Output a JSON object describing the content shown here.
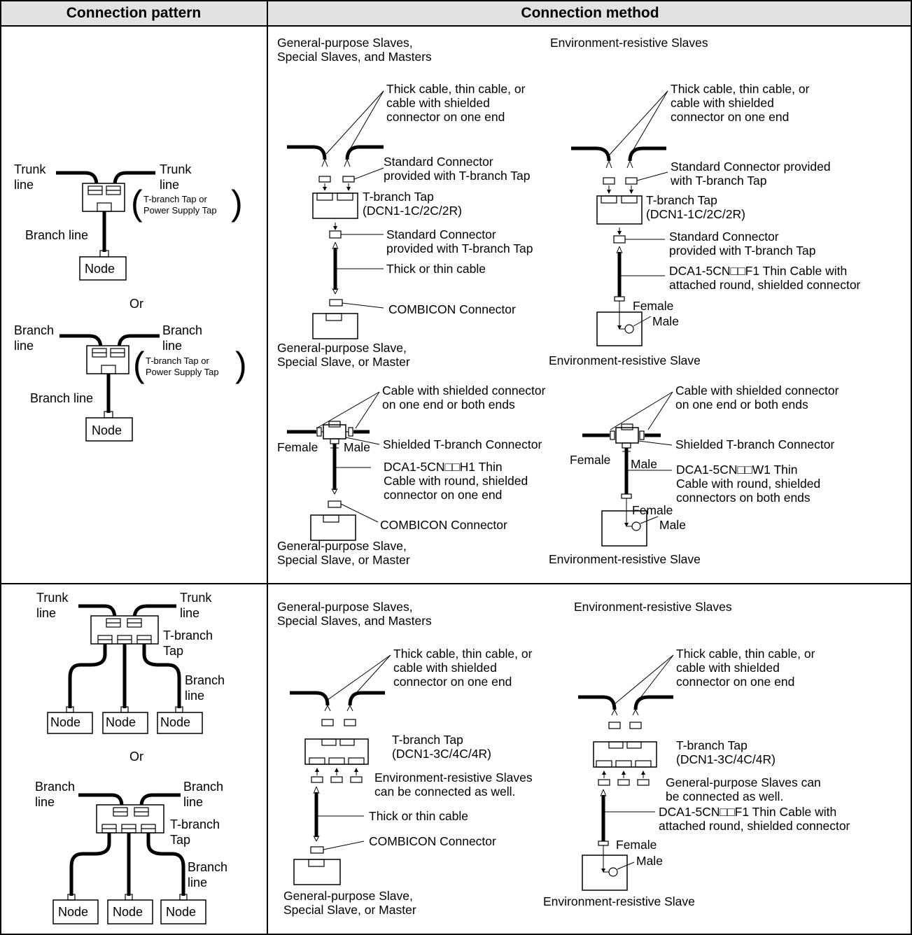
{
  "header": {
    "col1": "Connection pattern",
    "col2": "Connection method"
  },
  "row1": {
    "pattern": {
      "top": {
        "trunk_left": [
          "Trunk",
          "line"
        ],
        "trunk_right": [
          "Trunk",
          "line"
        ],
        "tap_note": [
          "T-branch Tap or",
          "Power Supply Tap"
        ],
        "branch_line": "Branch line",
        "node": "Node"
      },
      "or": "Or",
      "bottom": {
        "branch_left": [
          "Branch",
          "line"
        ],
        "branch_right": [
          "Branch",
          "line"
        ],
        "tap_note": [
          "T-branch Tap or",
          "Power Supply Tap"
        ],
        "branch_line": "Branch line",
        "node": "Node"
      }
    },
    "method": {
      "heading_left": [
        "General-purpose Slaves,",
        "Special Slaves, and Masters"
      ],
      "heading_right": "Environment-resistive Slaves",
      "q1": {
        "cable": [
          "Thick cable, thin cable, or",
          "cable with shielded",
          "connector on one end"
        ],
        "std_conn": [
          "Standard Connector",
          "provided with T-branch Tap"
        ],
        "tap": [
          "T-branch Tap",
          "(DCN1-1C/2C/2R)"
        ],
        "std_conn2": [
          "Standard Connector",
          "provided with T-branch Tap"
        ],
        "thick_thin": "Thick or thin cable",
        "combicon": "COMBICON Connector",
        "device": [
          "General-purpose Slave,",
          "Special Slave, or Master"
        ]
      },
      "q2": {
        "cable": [
          "Thick cable, thin cable, or",
          "cable with shielded",
          "connector on one end"
        ],
        "std_conn": [
          "Standard Connector provided",
          "with T-branch Tap"
        ],
        "tap": [
          "T-branch Tap",
          "(DCN1-1C/2C/2R)"
        ],
        "std_conn2": [
          "Standard Connector",
          "provided with T-branch Tap"
        ],
        "thin_cable": [
          "DCA1-5CN□□F1 Thin Cable with",
          "attached round, shielded connector"
        ],
        "female": "Female",
        "male": "Male",
        "device": "Environment-resistive Slave"
      },
      "q3": {
        "cable": [
          "Cable with shielded connector",
          "on one end or both ends"
        ],
        "shielded_t": "Shielded T-branch Connector",
        "female": "Female",
        "male": "Male",
        "thin_cable": [
          "DCA1-5CN□□H1 Thin",
          "Cable with round, shielded",
          "connector on one end"
        ],
        "combicon": "COMBICON Connector",
        "device": [
          "General-purpose Slave,",
          "Special Slave, or Master"
        ]
      },
      "q4": {
        "cable": [
          "Cable with shielded connector",
          "on one end or both ends"
        ],
        "shielded_t": "Shielded T-branch Connector",
        "female": "Female",
        "male": "Male",
        "thin_cable": [
          "DCA1-5CN□□W1 Thin",
          "Cable with round, shielded",
          "connectors on both ends"
        ],
        "female2": "Female",
        "male2": "Male",
        "device": "Environment-resistive Slave"
      }
    }
  },
  "row2": {
    "pattern": {
      "top": {
        "trunk_left": [
          "Trunk",
          "line"
        ],
        "trunk_right": [
          "Trunk",
          "line"
        ],
        "tap": [
          "T-branch",
          "Tap"
        ],
        "branch": [
          "Branch",
          "line"
        ],
        "nodes": [
          "Node",
          "Node",
          "Node"
        ]
      },
      "or": "Or",
      "bottom": {
        "branch_left": [
          "Branch",
          "line"
        ],
        "branch_right": [
          "Branch",
          "line"
        ],
        "tap": [
          "T-branch",
          "Tap"
        ],
        "branch": [
          "Branch",
          "line"
        ],
        "nodes": [
          "Node",
          "Node",
          "Node"
        ]
      }
    },
    "method": {
      "heading_left": [
        "General-purpose Slaves,",
        "Special Slaves, and Masters"
      ],
      "heading_right": "Environment-resistive Slaves",
      "left": {
        "cable": [
          "Thick cable, thin cable, or",
          "cable with shielded",
          "connector on one end"
        ],
        "tap": [
          "T-branch Tap",
          "(DCN1-3C/4C/4R)"
        ],
        "note": [
          "Environment-resistive Slaves",
          "can be connected as well."
        ],
        "thick_thin": "Thick or thin cable",
        "combicon": "COMBICON Connector",
        "device": [
          "General-purpose Slave,",
          "Special Slave, or Master"
        ]
      },
      "right": {
        "cable": [
          "Thick cable, thin cable, or",
          "cable with shielded",
          "connector on one end"
        ],
        "tap": [
          "T-branch Tap",
          "(DCN1-3C/4C/4R)"
        ],
        "note": [
          "General-purpose Slaves can",
          "be connected as well."
        ],
        "thin_cable": [
          "DCA1-5CN□□F1 Thin Cable with",
          "attached round, shielded connector"
        ],
        "female": "Female",
        "male": "Male",
        "device": "Environment-resistive Slave"
      }
    }
  }
}
